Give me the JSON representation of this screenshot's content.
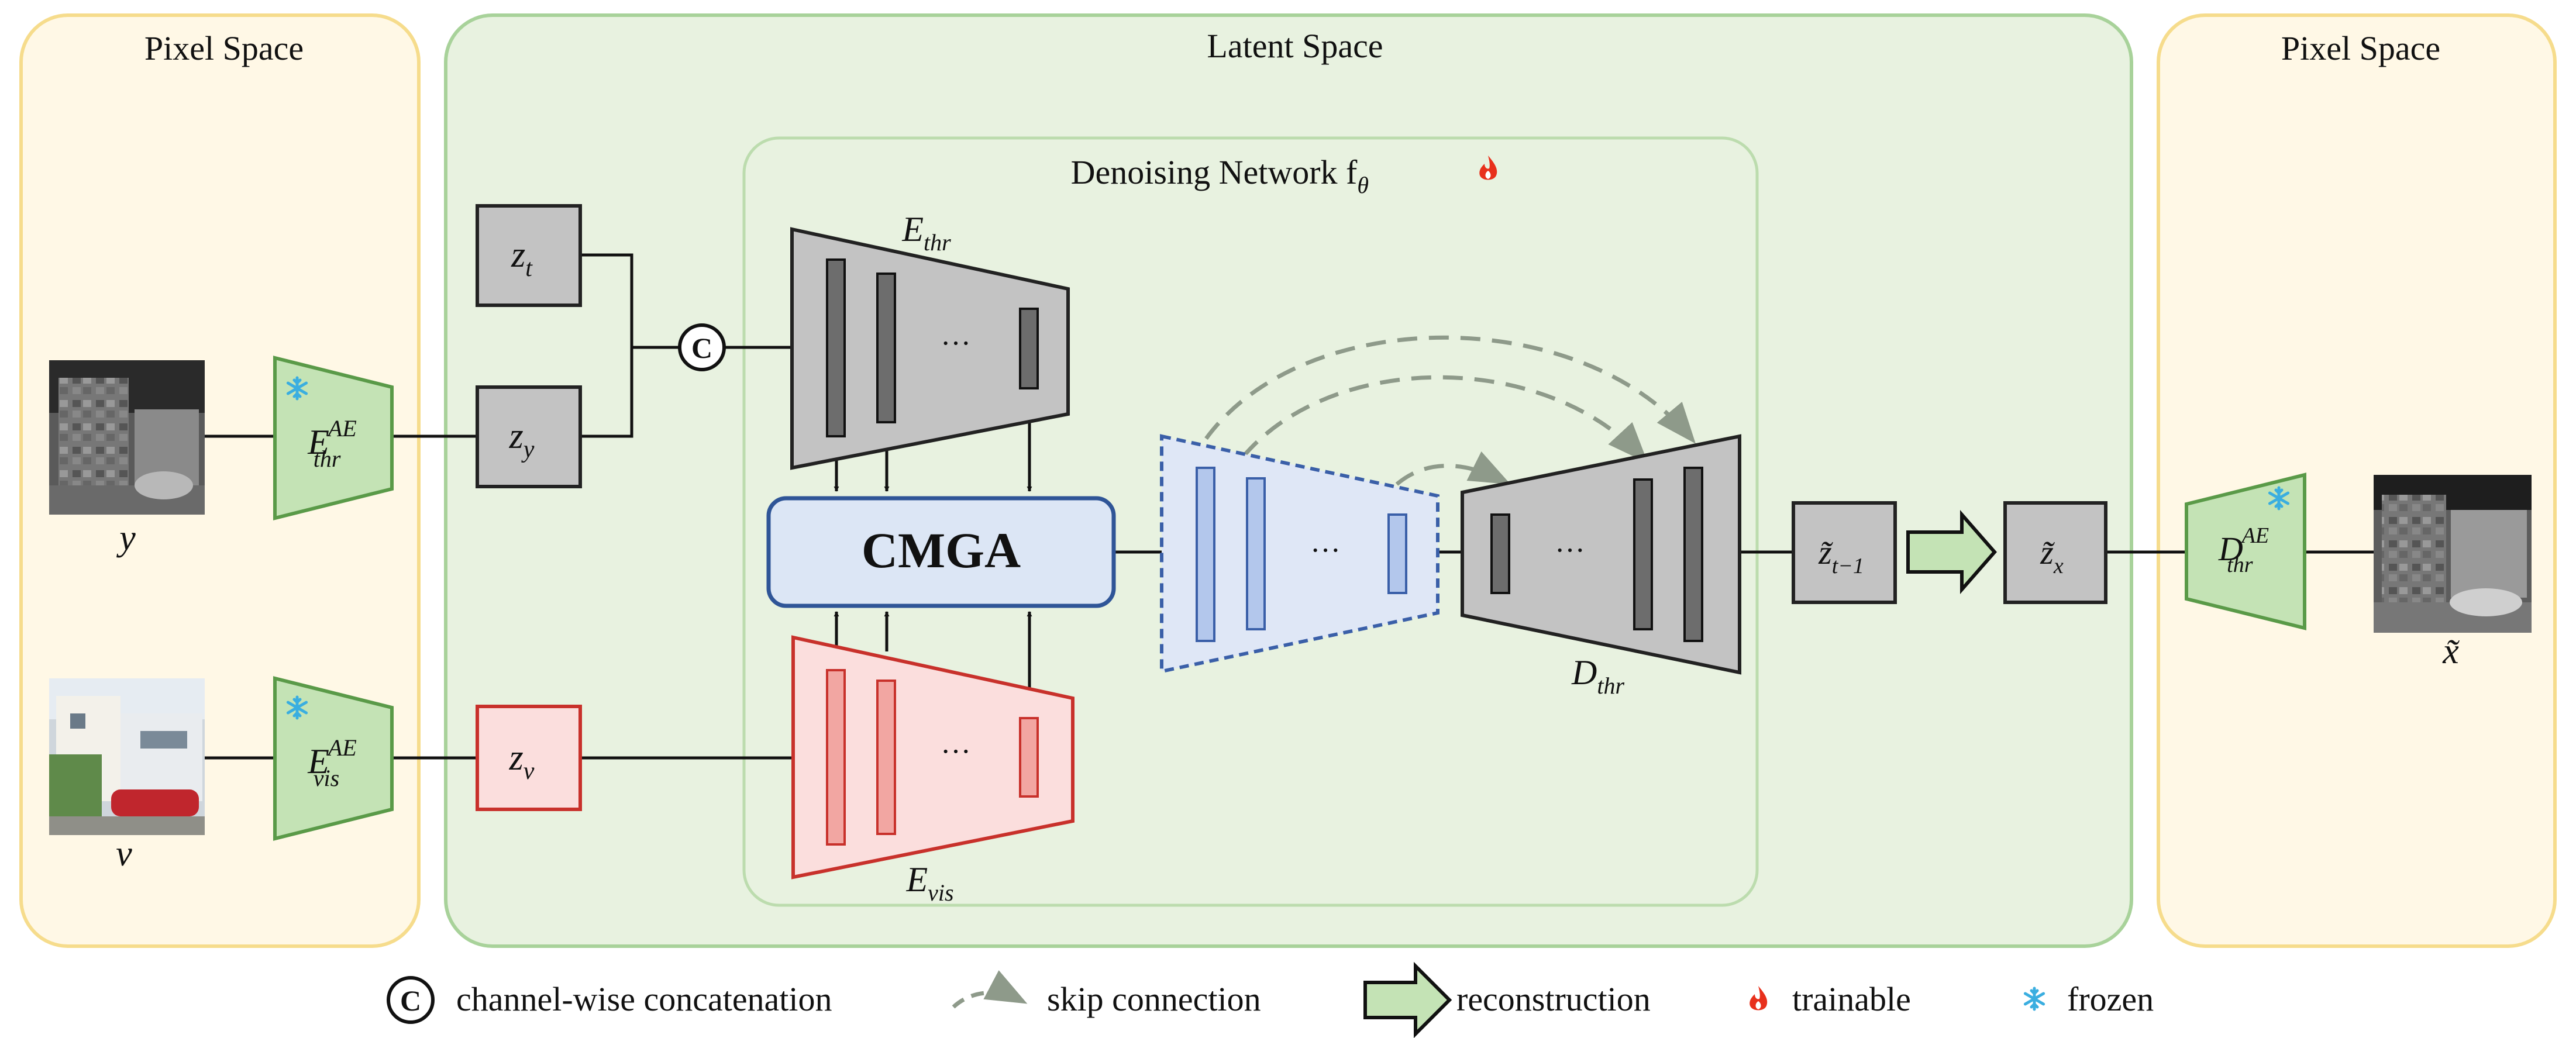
{
  "regions": {
    "left_pixel": "Pixel Space",
    "latent": "Latent Space",
    "right_pixel": "Pixel Space",
    "denoising": "Denoising Network f",
    "denoising_sub": "θ"
  },
  "nodes": {
    "input_thermal": "y",
    "input_visible": "v",
    "output_thermal": "x̃",
    "enc_thr_ae": {
      "base": "E",
      "sub": "thr",
      "sup": "AE"
    },
    "enc_vis_ae": {
      "base": "E",
      "sub": "vis",
      "sup": "AE"
    },
    "dec_thr_ae": {
      "base": "D",
      "sub": "thr",
      "sup": "AE"
    },
    "zt": {
      "base": "z",
      "sub": "t"
    },
    "zy": {
      "base": "z",
      "sub": "y"
    },
    "zv": {
      "base": "z",
      "sub": "v"
    },
    "concat_symbol": "C",
    "ethr": {
      "base": "E",
      "sub": "thr"
    },
    "evis": {
      "base": "E",
      "sub": "vis"
    },
    "dthr": {
      "base": "D",
      "sub": "thr"
    },
    "cmga": "CMGA",
    "z_prev": {
      "base": "z̃",
      "sub": "t−1"
    },
    "z_x": {
      "base": "z̃",
      "sub": "x"
    },
    "ellipsis": "···"
  },
  "legend": {
    "concat_symbol": "C",
    "concat": "channel-wise concatenation",
    "skip": "skip connection",
    "recon": "reconstruction",
    "trainable": "trainable",
    "frozen": "frozen"
  },
  "colors": {
    "pixel_fill": "#fff8e6",
    "pixel_border": "#f6dc8c",
    "latent_fill": "#e8f2e0",
    "latent_border": "#a8d29a",
    "ae_fill": "#c4e3b5",
    "ae_border": "#5a9a48",
    "gray_fill": "#c3c3c3",
    "gray_bar": "#6d6d6d",
    "red_fill": "#fbdedd",
    "red_border": "#c8312b",
    "red_bar": "#f2a6a2",
    "blue_fill": "#dfe7f6",
    "blue_border": "#3a5fa8",
    "blue_bar": "#b3c7ec",
    "cmga_fill": "#dce6f5",
    "cmga_border": "#2f5597",
    "skip": "#8e9a8a",
    "flame": "#e8301c",
    "snow": "#3aaee0"
  }
}
